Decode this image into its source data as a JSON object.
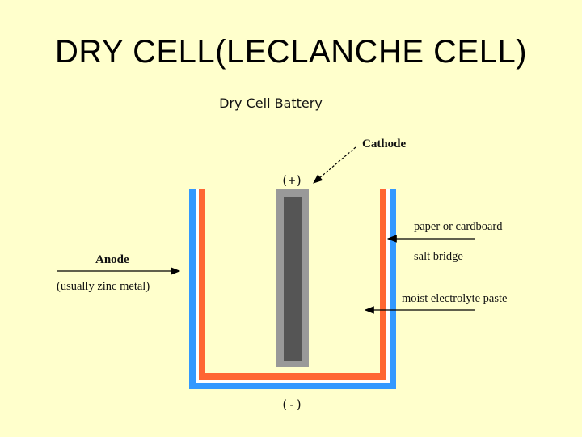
{
  "slide": {
    "title": "DRY CELL(LECLANCHE CELL)"
  },
  "diagram": {
    "title": "Dry Cell Battery",
    "labels": {
      "cathode": "Cathode",
      "positive_terminal": "(+)",
      "negative_terminal": "(-)",
      "paper_cardboard": "paper or cardboard",
      "salt_bridge": "salt bridge",
      "electrolyte": "moist electrolyte paste",
      "anode": "Anode",
      "anode_note": "(usually zinc metal)"
    },
    "colors": {
      "background": "#ffffcc",
      "outer_casing": "#3399ff",
      "inner_layer": "#ff6633",
      "cathode_rod_outer": "#999999",
      "cathode_rod_inner": "#555555"
    }
  }
}
